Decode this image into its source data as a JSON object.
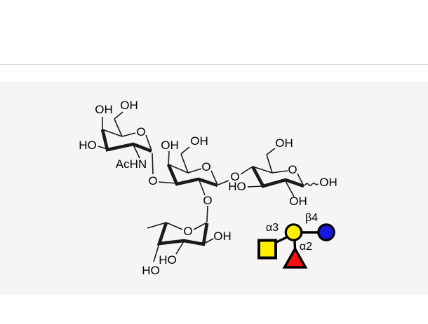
{
  "page": {
    "background": "#ffffff",
    "divider_color": "#c9c9c9",
    "panel_background": "#f5f5f5"
  },
  "molecule": {
    "bond_color": "#1a1a1a",
    "galnac": {
      "oh_c4": "OH",
      "oh_c6": "OH",
      "ho_c3": "HO",
      "ring_o": "O",
      "n_acetyl": "AcHN",
      "glycosidic_o": "O"
    },
    "gal": {
      "oh_c4": "OH",
      "oh_c6": "OH",
      "ring_o": "O",
      "glycosidic_o_to_glc": "O",
      "glycosidic_o_to_fuc": "O"
    },
    "glc": {
      "oh_c6": "OH",
      "ring_o": "O",
      "ho_c3": "HO",
      "oh_c2": "OH",
      "anomeric_oh": "OH"
    },
    "fuc": {
      "ring_o": "O",
      "oh_c2": "OH",
      "ho_c3": "HO",
      "ho_c4": "HO"
    }
  },
  "snfg": {
    "colors": {
      "yellow": "#ffee00",
      "blue": "#1818e0",
      "red": "#f60f0f",
      "outline": "#000000"
    },
    "linkages": {
      "galnac_gal": "α3",
      "gal_glc": "β4",
      "fuc_gal": "α2"
    }
  }
}
